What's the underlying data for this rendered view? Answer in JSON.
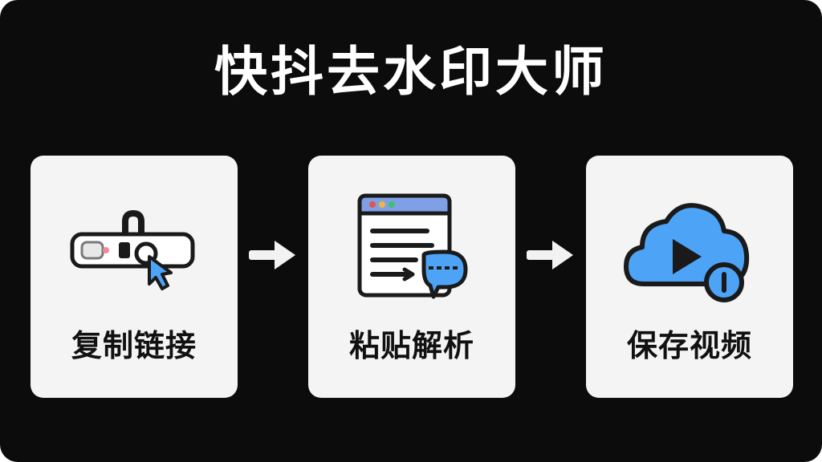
{
  "title": "快抖去水印大师",
  "steps": [
    {
      "label": "复制链接",
      "icon": "link-cursor-icon"
    },
    {
      "label": "粘贴解析",
      "icon": "browser-parse-icon"
    },
    {
      "label": "保存视频",
      "icon": "cloud-video-icon"
    }
  ],
  "colors": {
    "background": "#0c0c0c",
    "card": "#f4f4f4",
    "accent_blue": "#4da3f5",
    "browser_bar": "#7fa0e6",
    "dot_red": "#e0564a",
    "dot_yellow": "#f2b63c",
    "dot_green": "#3fbf6f",
    "arrow": "#f2f2f2"
  }
}
